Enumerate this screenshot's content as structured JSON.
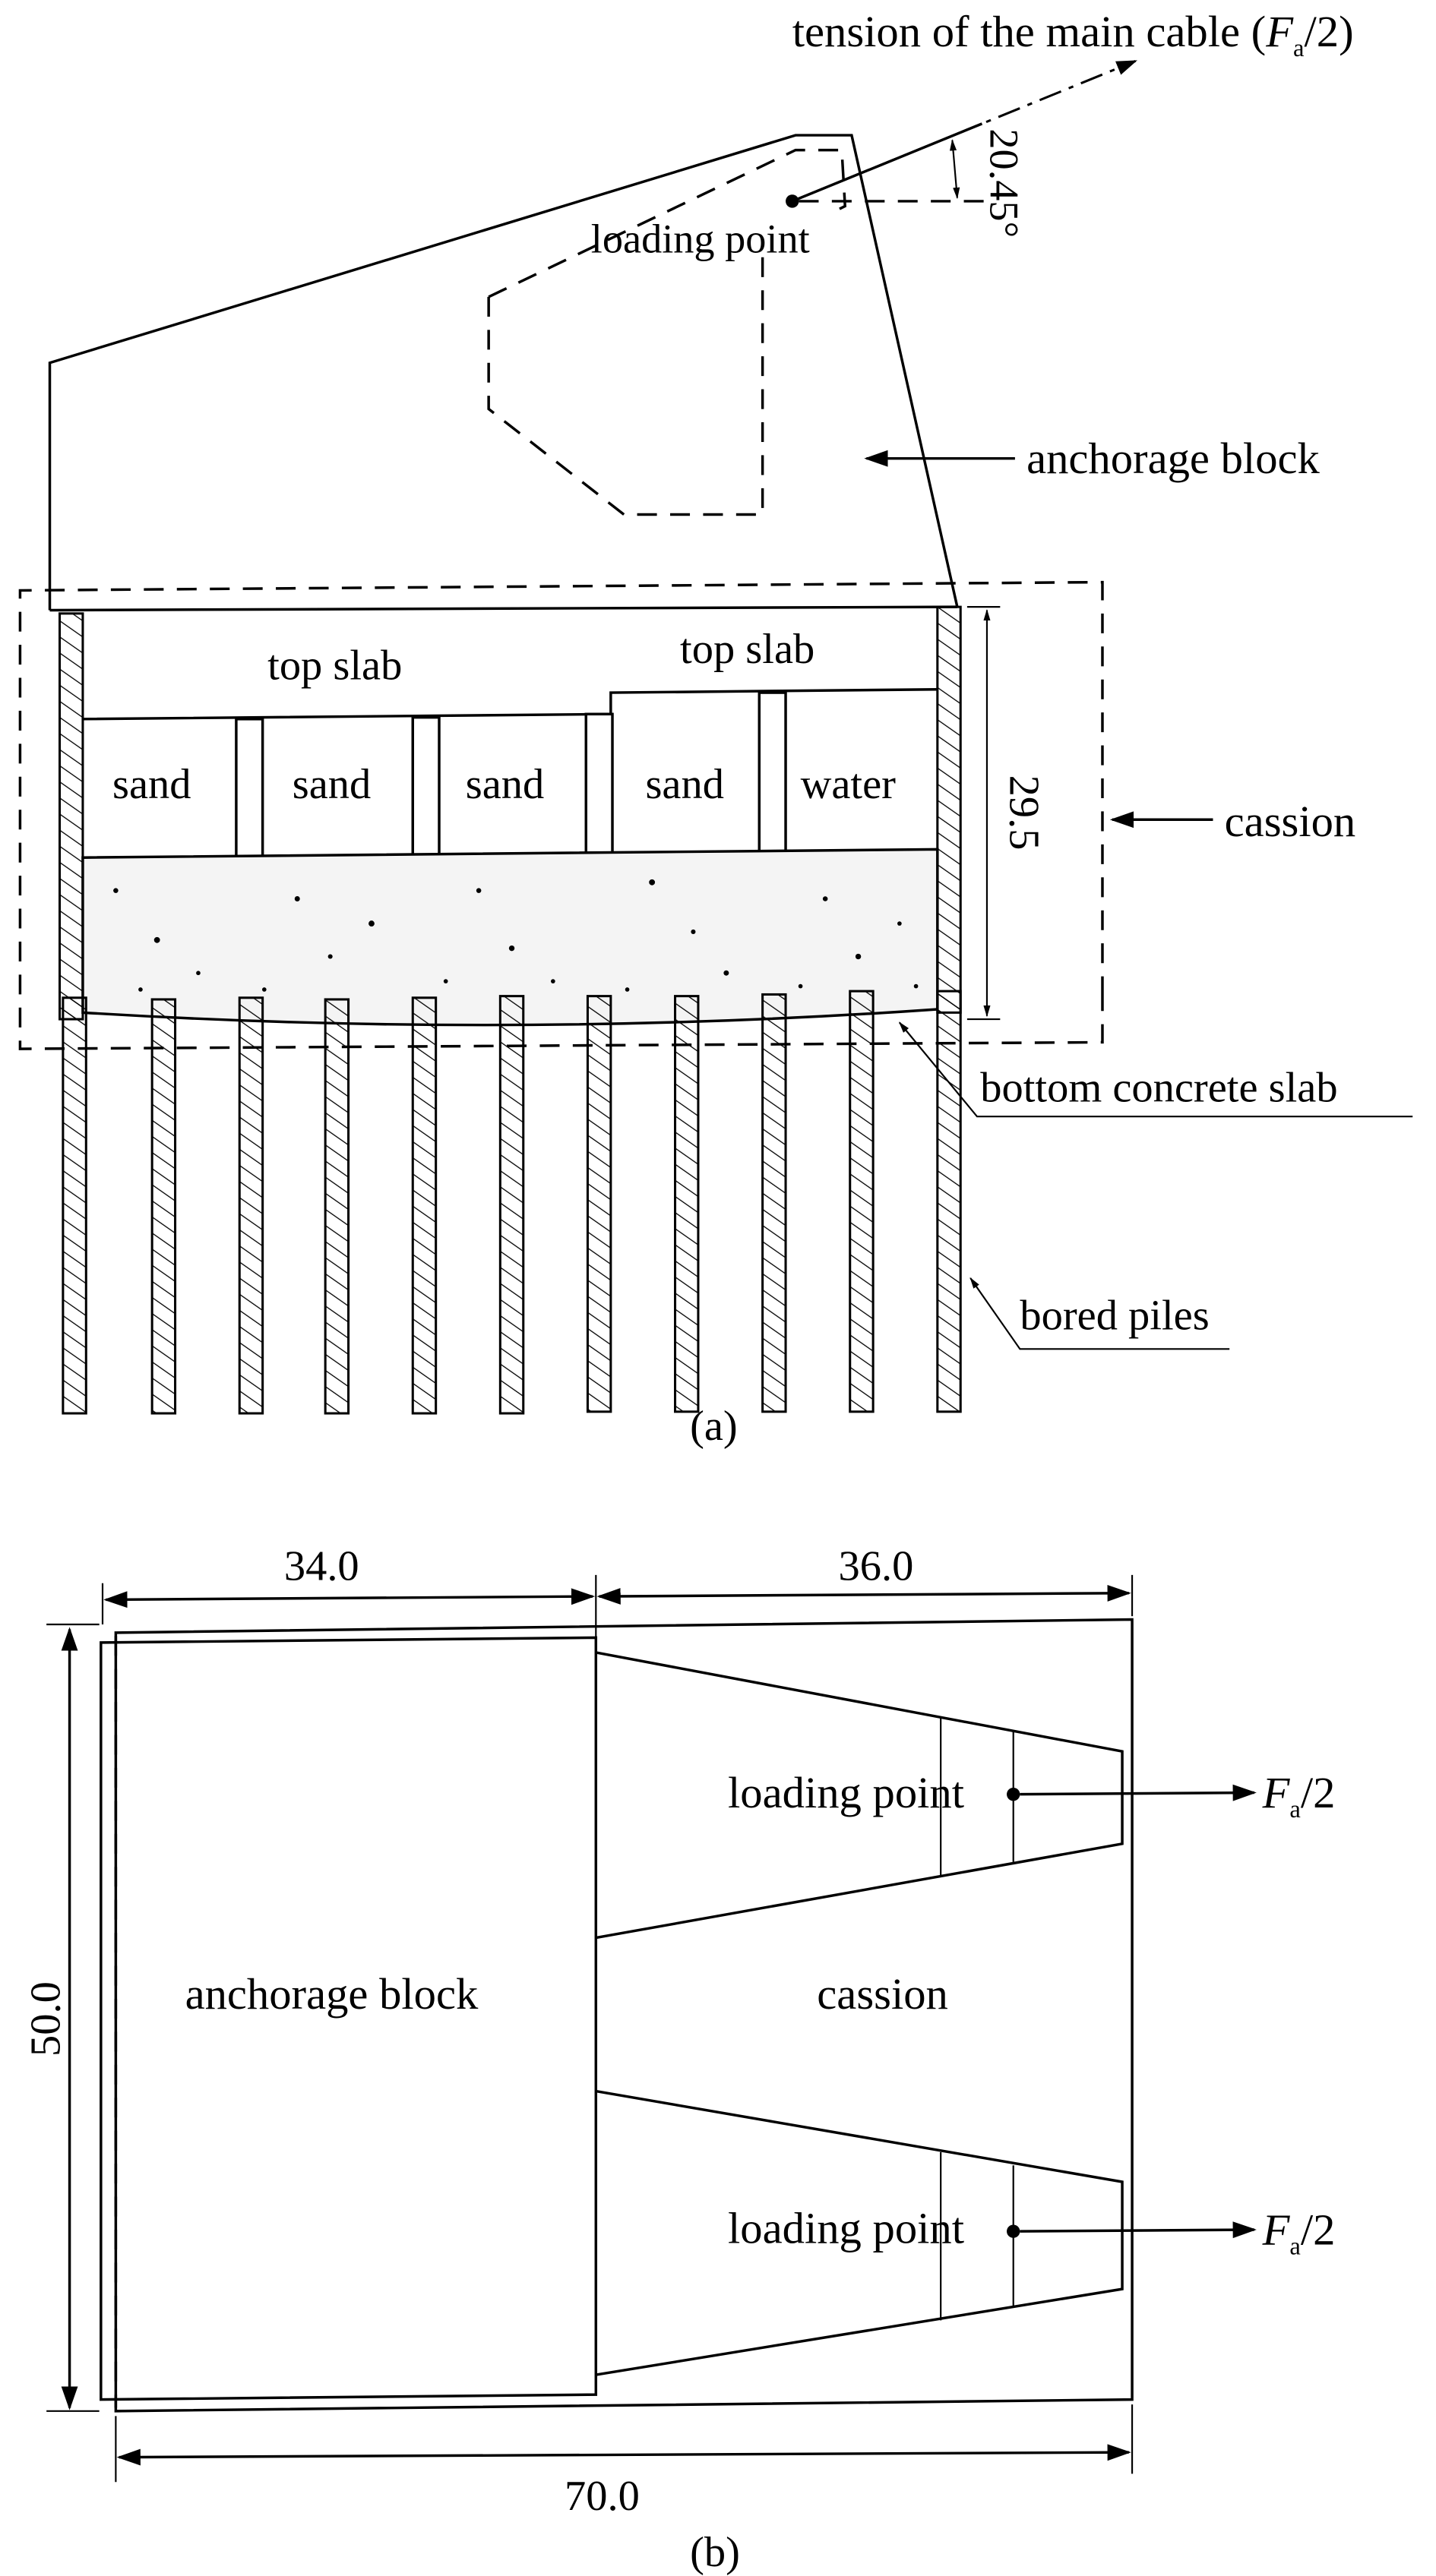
{
  "figure_a": {
    "caption": "(a)",
    "cable_label": "tension of the main cable (",
    "cable_label_F": "F",
    "cable_label_sub": "a",
    "cable_label_end": "/2)",
    "angle_label": "20.45°",
    "loading_point": "loading point",
    "anchorage_block": "anchorage block",
    "top_slab_left": "top slab",
    "top_slab_right": "top slab",
    "compartments": [
      "sand",
      "sand",
      "sand",
      "sand",
      "water"
    ],
    "height_dim": "29.5",
    "cassion": "cassion",
    "bottom_slab": "bottom concrete slab",
    "bored_piles": "bored piles"
  },
  "figure_b": {
    "caption": "(b)",
    "dim_left": "34.0",
    "dim_right": "36.0",
    "dim_height": "50.0",
    "dim_total": "70.0",
    "anchorage_block": "anchorage block",
    "cassion": "cassion",
    "loading_point_top": "loading point",
    "loading_point_bottom": "loading point",
    "force_F": "F",
    "force_sub": "a",
    "force_end": "/2"
  }
}
